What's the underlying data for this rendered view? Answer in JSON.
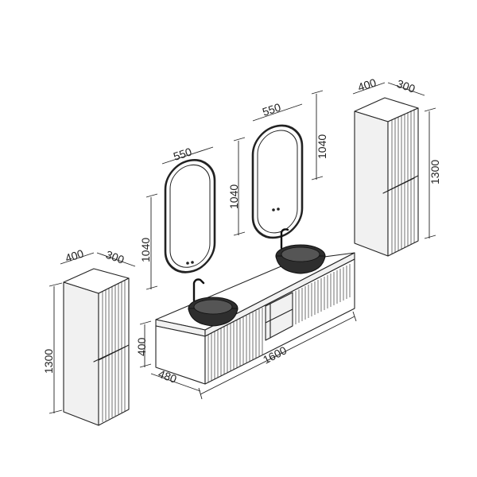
{
  "dimensions": {
    "left_tall_depth": "400",
    "left_tall_width": "300",
    "left_tall_height": "1300",
    "left_mirror_width": "550",
    "left_mirror_height": "1040",
    "right_mirror_width": "550",
    "right_mirror_height_left": "1040",
    "right_mirror_height_right": "1040",
    "right_tall_depth": "400",
    "right_tall_width": "300",
    "right_tall_height": "1300",
    "vanity_height": "400",
    "vanity_depth": "480",
    "vanity_width": "1600"
  }
}
